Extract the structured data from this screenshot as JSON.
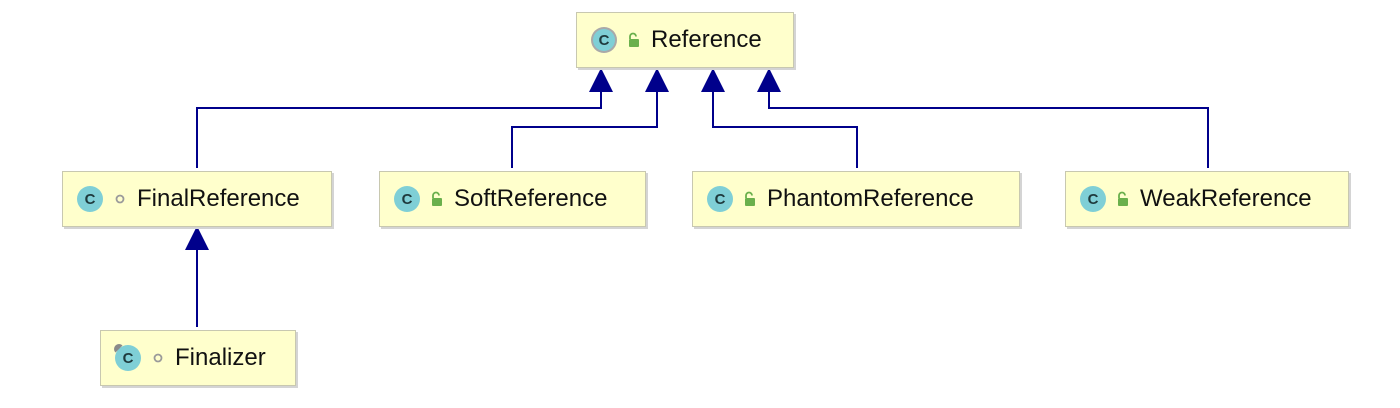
{
  "diagram": {
    "colors": {
      "node_fill": "#ffffcc",
      "node_border": "#c8c8b0",
      "edge": "#00008b",
      "class_icon": "#7fcfd6",
      "public_icon": "#6ab04c",
      "package_icon": "#9a9a9a"
    },
    "nodes": {
      "reference": {
        "icon_letter": "C",
        "label": "Reference",
        "kind": "abstract-class",
        "visibility_icon": "public-lock-icon"
      },
      "final_reference": {
        "icon_letter": "C",
        "label": "FinalReference",
        "kind": "class",
        "visibility_icon": "package-private-dot-icon"
      },
      "soft_reference": {
        "icon_letter": "C",
        "label": "SoftReference",
        "kind": "class",
        "visibility_icon": "public-lock-icon"
      },
      "phantom_reference": {
        "icon_letter": "C",
        "label": "PhantomReference",
        "kind": "class",
        "visibility_icon": "public-lock-icon"
      },
      "weak_reference": {
        "icon_letter": "C",
        "label": "WeakReference",
        "kind": "class",
        "visibility_icon": "public-lock-icon"
      },
      "finalizer": {
        "icon_letter": "C",
        "label": "Finalizer",
        "kind": "final-class",
        "visibility_icon": "package-private-dot-icon"
      }
    },
    "edges": [
      {
        "from": "FinalReference",
        "to": "Reference",
        "type": "extends"
      },
      {
        "from": "SoftReference",
        "to": "Reference",
        "type": "extends"
      },
      {
        "from": "PhantomReference",
        "to": "Reference",
        "type": "extends"
      },
      {
        "from": "WeakReference",
        "to": "Reference",
        "type": "extends"
      },
      {
        "from": "Finalizer",
        "to": "FinalReference",
        "type": "extends"
      }
    ]
  }
}
